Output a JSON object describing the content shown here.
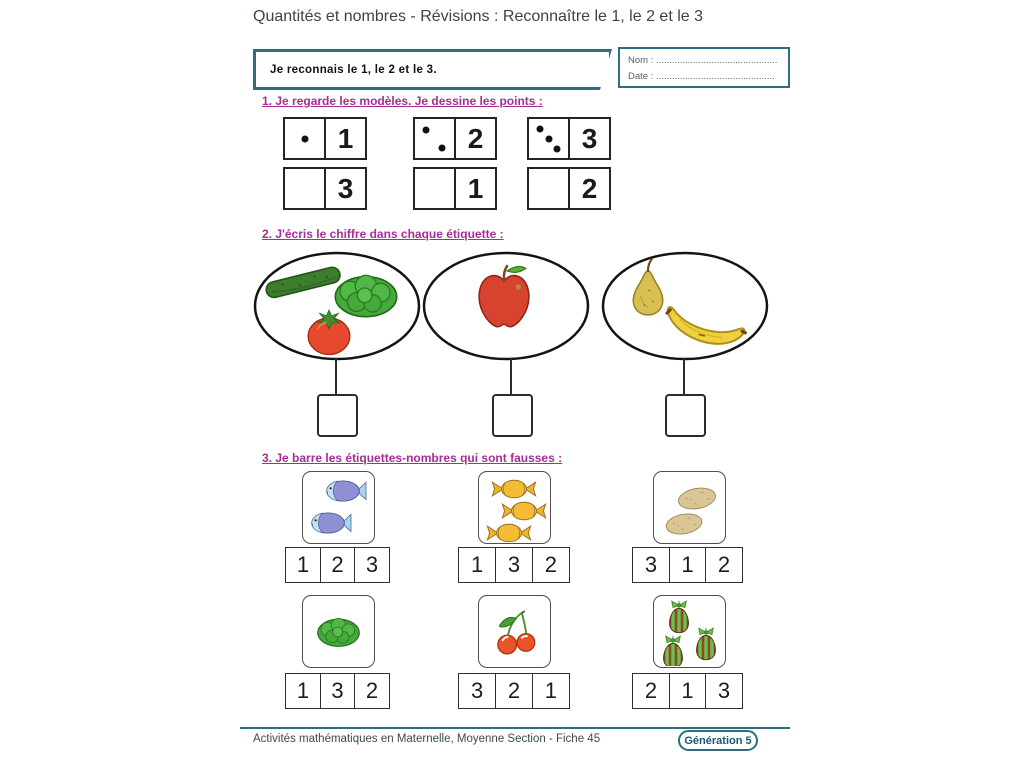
{
  "colors": {
    "teal": "#2d6f80",
    "magenta": "#a82c96"
  },
  "page": {
    "title": "Quantités et nombres - Révisions : Reconnaître le 1, le 2 et le 3",
    "footer": {
      "text": "Activités mathématiques en Maternelle, Moyenne Section - Fiche 45",
      "badge": "Génération 5"
    }
  },
  "header": {
    "objective": "Je reconnais le 1, le 2 et le 3.",
    "name_line": "Nom : ..............................................",
    "date_line": "Date : ............................................."
  },
  "section1": {
    "heading": "1. Je regarde les modèles. Je dessine les points :",
    "model_row": [
      {
        "dots": 1,
        "number": "1"
      },
      {
        "dots": 2,
        "number": "2"
      },
      {
        "dots": 3,
        "number": "3"
      }
    ],
    "answer_row": [
      {
        "dots": 0,
        "number": "3"
      },
      {
        "dots": 0,
        "number": "1"
      },
      {
        "dots": 0,
        "number": "2"
      }
    ]
  },
  "section2": {
    "heading": "2. J'écris le chiffre dans chaque étiquette :",
    "groups": [
      {
        "items": [
          "cucumber",
          "lettuce",
          "tomato"
        ],
        "count": 3
      },
      {
        "items": [
          "apple"
        ],
        "count": 1
      },
      {
        "items": [
          "pear",
          "banana"
        ],
        "count": 2
      }
    ]
  },
  "section3": {
    "heading": "3. Je barre les étiquettes-nombres qui sont fausses :",
    "cards": [
      {
        "icon": "fish",
        "count": 2,
        "numbers": [
          "1",
          "2",
          "3"
        ]
      },
      {
        "icon": "candy",
        "count": 3,
        "numbers": [
          "1",
          "3",
          "2"
        ]
      },
      {
        "icon": "potato",
        "count": 2,
        "numbers": [
          "3",
          "1",
          "2"
        ]
      },
      {
        "icon": "lettuce",
        "count": 1,
        "numbers": [
          "1",
          "3",
          "2"
        ]
      },
      {
        "icon": "cherries",
        "count": 2,
        "numbers": [
          "3",
          "2",
          "1"
        ]
      },
      {
        "icon": "gift",
        "count": 3,
        "numbers": [
          "2",
          "1",
          "3"
        ]
      }
    ]
  }
}
